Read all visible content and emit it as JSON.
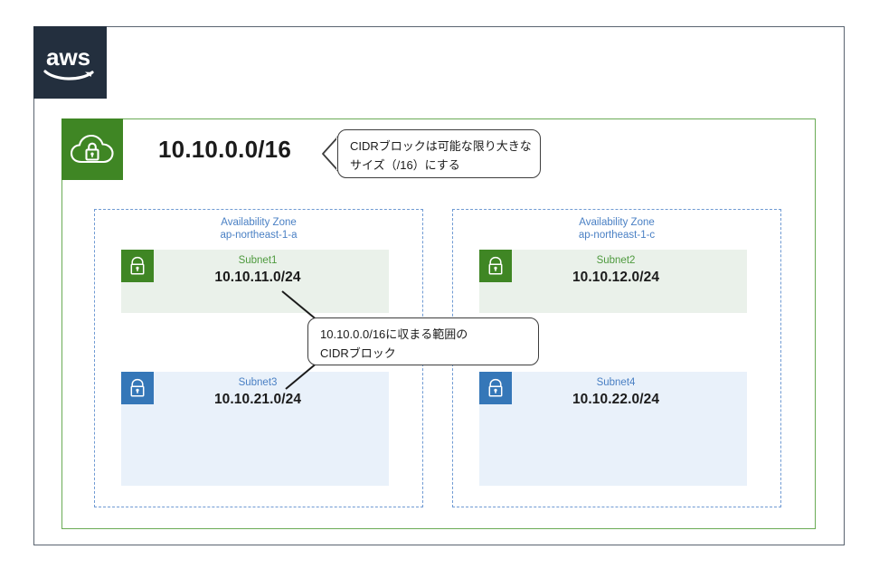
{
  "diagram": {
    "title": "AWS VPC CIDR block design",
    "brand_logo": "aws-logo",
    "colors": {
      "aws_navy": "#232f3e",
      "vpc_green": "#3f8624",
      "vpc_border_green": "#6aab55",
      "subnet_green_fill": "#eaf1ea",
      "subnet_green_label": "#4e9a3e",
      "subnet_blue_icon": "#3577b8",
      "subnet_blue_fill": "#e9f1fa",
      "subnet_blue_label": "#4a80c4",
      "az_dashed_border": "#6f9ad3",
      "frame_border": "#5a6470",
      "callout_border": "#3d3d3d",
      "text_dark": "#1b1b1b"
    }
  },
  "vpc": {
    "icon": "vpc-cloud-lock-icon",
    "cidr": "10.10.0.0/16"
  },
  "availability_zones": [
    {
      "id": "az-left",
      "heading": "Availability Zone",
      "name": "ap-northeast-1-a",
      "subnets": [
        {
          "id": "subnet1",
          "label": "Subnet1",
          "cidr": "10.10.11.0/24",
          "tier": "public",
          "icon": "subnet-lock-icon"
        },
        {
          "id": "subnet3",
          "label": "Subnet3",
          "cidr": "10.10.21.0/24",
          "tier": "private",
          "icon": "subnet-lock-icon"
        }
      ]
    },
    {
      "id": "az-right",
      "heading": "Availability Zone",
      "name": "ap-northeast-1-c",
      "subnets": [
        {
          "id": "subnet2",
          "label": "Subnet2",
          "cidr": "10.10.12.0/24",
          "tier": "public",
          "icon": "subnet-lock-icon"
        },
        {
          "id": "subnet4",
          "label": "Subnet4",
          "cidr": "10.10.22.0/24",
          "tier": "private",
          "icon": "subnet-lock-icon"
        }
      ]
    }
  ],
  "callouts": [
    {
      "id": "callout-vpc-cidr",
      "line1": "CIDRブロックは可能な限り大きな",
      "line2": "サイズ（/16）にする",
      "points_to": "vpc-cidr"
    },
    {
      "id": "callout-subnet-cidr",
      "line1": "10.10.0.0/16に収まる範囲の",
      "line2": "CIDRブロック",
      "points_to": "subnet-cidr"
    }
  ]
}
